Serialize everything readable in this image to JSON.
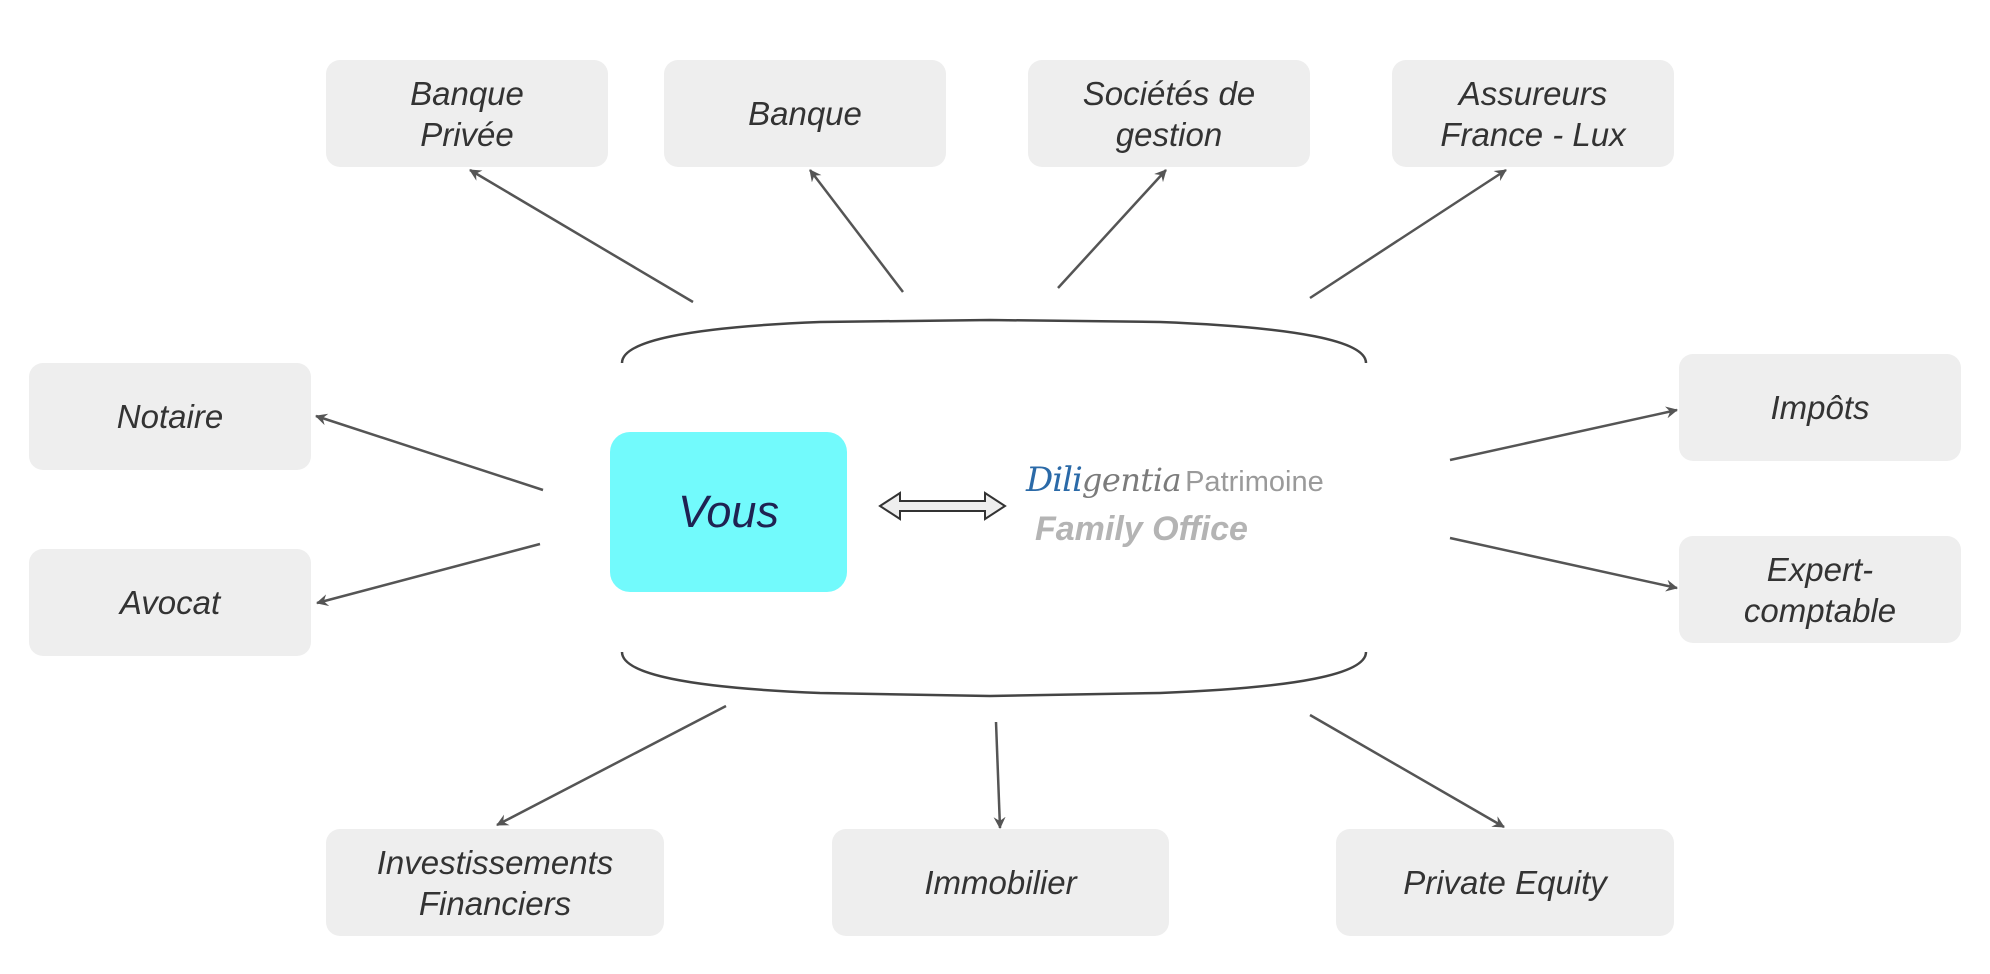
{
  "center": {
    "label": "Vous",
    "color": "#72fafc"
  },
  "logo": {
    "part1": "Dili",
    "part2": "gentia",
    "part3": "Patrimoine",
    "line2": "Family Office"
  },
  "nodes": {
    "banque_privee": "Banque\nPrivée",
    "banque": "Banque",
    "societes_gestion": "Sociétés de\ngestion",
    "assureurs": "Assureurs\nFrance - Lux",
    "notaire": "Notaire",
    "avocat": "Avocat",
    "impots": "Impôts",
    "expert_comptable": "Expert-\ncomptable",
    "investissements": "Investissements\nFinanciers",
    "immobilier": "Immobilier",
    "private_equity": "Private Equity"
  },
  "colors": {
    "node_bg": "#eeeeee",
    "text": "#333333",
    "arrow": "#555555"
  }
}
